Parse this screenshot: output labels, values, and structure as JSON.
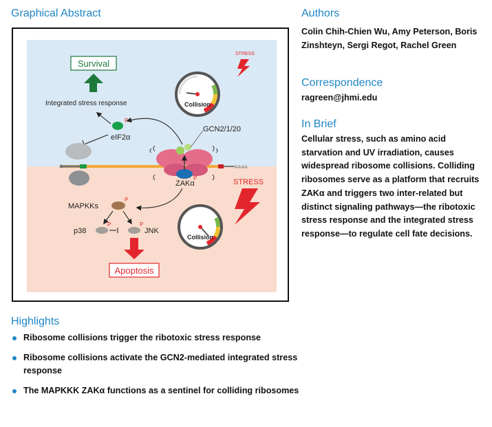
{
  "graphical_abstract": {
    "title": "Graphical Abstract",
    "labels": {
      "survival": "Survival",
      "integrated_stress_response": "Integrated stress response",
      "eif2a": "eIF2α",
      "gcn": "GCN2/1/20",
      "zak": "ZAKα",
      "mapkks": "MAPKKs",
      "p38": "p38",
      "jnk": "JNK",
      "apoptosis": "Apoptosis",
      "stress_small": "STRESS",
      "stress_large": "STRESS",
      "collision_top": "Collision",
      "collision_bottom": "Collision",
      "poly_a": "AAAA",
      "phospho": "P"
    }
  },
  "authors": {
    "title": "Authors",
    "names": "Colin Chih-Chien Wu, Amy Peterson, Boris Zinshteyn, Sergi Regot, Rachel Green"
  },
  "correspondence": {
    "title": "Correspondence",
    "email": "ragreen@jhmi.edu"
  },
  "in_brief": {
    "title": "In Brief",
    "text": "Cellular stress, such as amino acid starvation and UV irradiation, causes widespread ribosome collisions. Colliding ribosomes serve as a platform that recruits ZAKα and triggers two inter-related but distinct signaling pathways—the ribotoxic stress response and the integrated stress response—to regulate cell fate decisions."
  },
  "highlights": {
    "title": "Highlights",
    "items": [
      "Ribosome collisions trigger the ribotoxic stress response",
      "Ribosome collisions activate the GCN2-mediated integrated stress response",
      "The MAPKKK ZAKα functions as a sentinel for colliding ribosomes"
    ]
  },
  "colors": {
    "accent_blue": "#1f86c4",
    "stress_red": "#e3262d",
    "survival_green": "#1e7a3c",
    "top_bg": "#d9e9f5",
    "bottom_bg": "#f9dccd"
  }
}
